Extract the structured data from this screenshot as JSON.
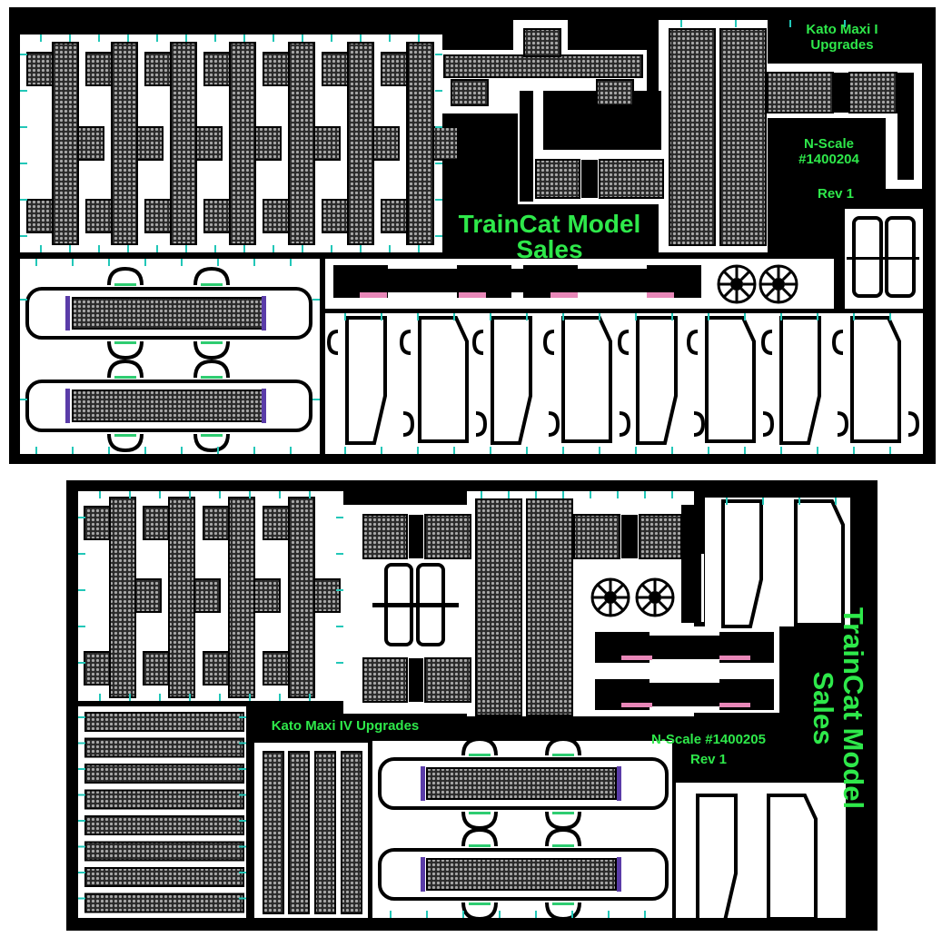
{
  "colors": {
    "sheet": "#000000",
    "fret": "#ffffff",
    "label": "#2ee84a",
    "tab": "#22c7b8",
    "pad": "#e887b8",
    "purple": "#5a3ca8",
    "mesh": "#8f8f8f"
  },
  "icons": [
    "gear-icon"
  ],
  "sheet_top": {
    "title_line1": "Kato Maxi I",
    "title_line2": "Upgrades",
    "scale_line1": "N-Scale",
    "scale_line2": "#1400204",
    "revision": "Rev 1",
    "brand_line1": "TrainCat Model",
    "brand_line2": "Sales"
  },
  "sheet_bottom": {
    "title": "Kato Maxi IV Upgrades",
    "scale": "N-Scale #1400205",
    "revision": "Rev 1",
    "brand_line1": "TrainCat Model",
    "brand_line2": "Sales"
  }
}
